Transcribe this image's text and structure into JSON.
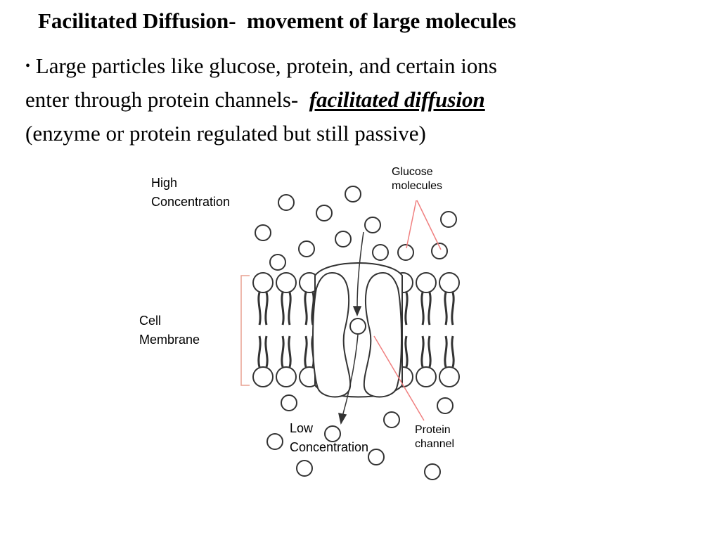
{
  "slide": {
    "title": "Facilitated Diffusion-  movement of large molecules",
    "bullet_symbol": "•",
    "line1": "Large particles like glucose, protein, and certain ions",
    "line2_prefix": "enter through protein channels-  ",
    "line2_emphasis": "facilitated diffusion",
    "line3": "(enzyme or protein regulated but still passive)"
  },
  "diagram": {
    "labels": {
      "high": [
        "High",
        "Concentration"
      ],
      "glucose": [
        "Glucose",
        "molecules"
      ],
      "membrane": [
        "Cell",
        "Membrane"
      ],
      "low": [
        "Low",
        "Concentration"
      ],
      "protein": [
        "Protein",
        "channel"
      ]
    },
    "colors": {
      "outline": "#333333",
      "callout": "#f08080",
      "bracket": "#e8a090"
    }
  }
}
